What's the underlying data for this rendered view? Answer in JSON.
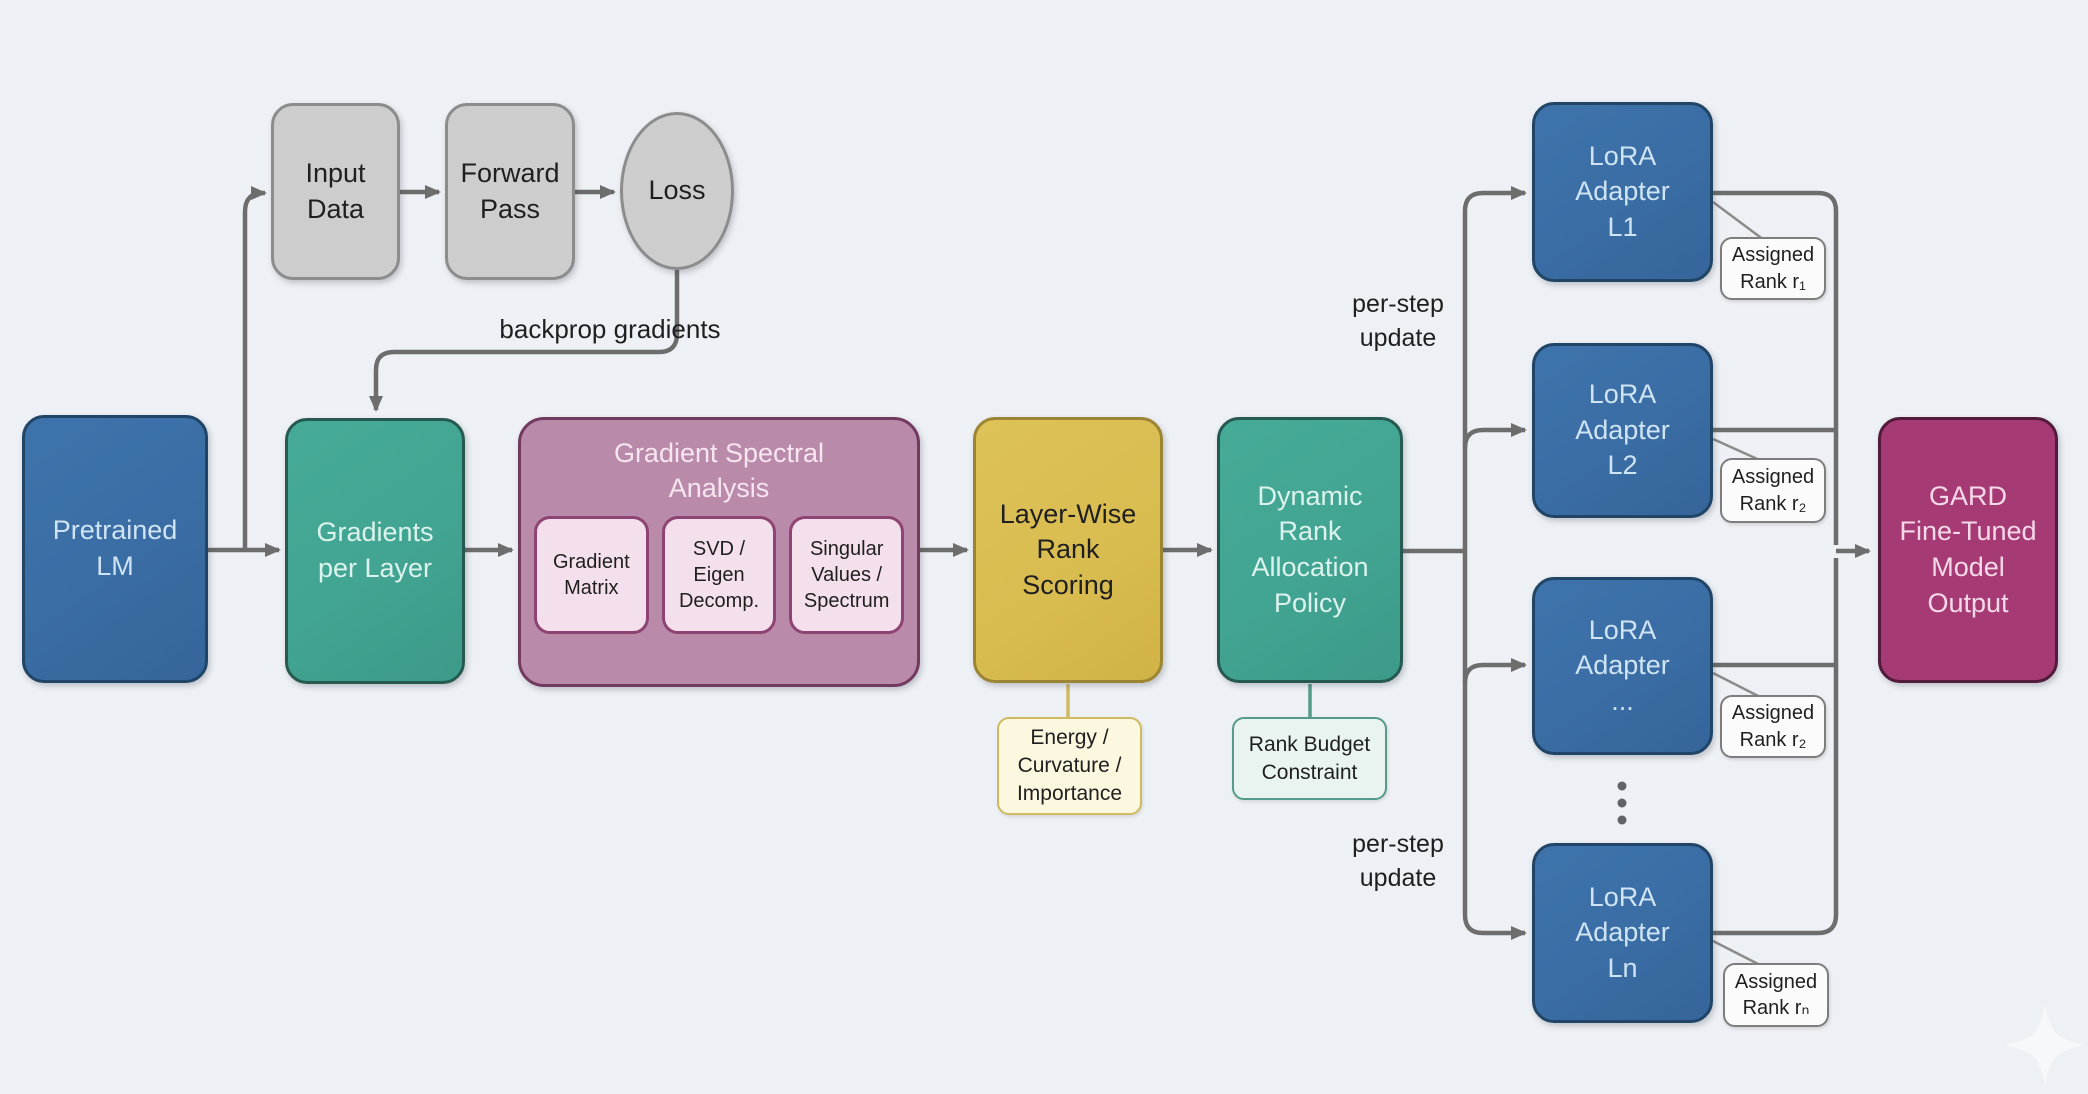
{
  "colors_note": "colors live in CSS variables; all visible text below",
  "nodes": {
    "pretrained_lm": "Pretrained\nLM",
    "input_data": "Input\nData",
    "forward_pass": "Forward\nPass",
    "loss": "Loss",
    "gradients_per_layer": "Gradients\nper Layer",
    "gsa_title": "Gradient Spectral\nAnalysis",
    "gradient_matrix": "Gradient\nMatrix",
    "svd_eigen_decomp": "SVD /\nEigen\nDecomp.",
    "singular_values_spectrum": "Singular\nValues /\nSpectrum",
    "layer_wise_rank_scoring": "Layer-Wise\nRank\nScoring",
    "dynamic_rank_allocation_policy": "Dynamic\nRank\nAllocation\nPolicy",
    "gard_output": "GARD\nFine-Tuned\nModel\nOutput"
  },
  "notes": {
    "energy_curvature_importance": "Energy /\nCurvature /\nImportance",
    "rank_budget_constraint": "Rank Budget\nConstraint"
  },
  "adapters": [
    {
      "label": "LoRA\nAdapter\nL1",
      "rank": "Assigned\nRank r₁"
    },
    {
      "label": "LoRA\nAdapter\nL2",
      "rank": "Assigned\nRank r₂"
    },
    {
      "label": "LoRA\nAdapter\n...",
      "rank": "Assigned\nRank r₂"
    },
    {
      "label": "LoRA\nAdapter\nLn",
      "rank": "Assigned\nRank rₙ"
    }
  ],
  "edge_labels": {
    "backprop": "backprop gradients",
    "per_step_update_top": "per-step\nupdate",
    "per_step_update_bottom": "per-step\nupdate"
  }
}
